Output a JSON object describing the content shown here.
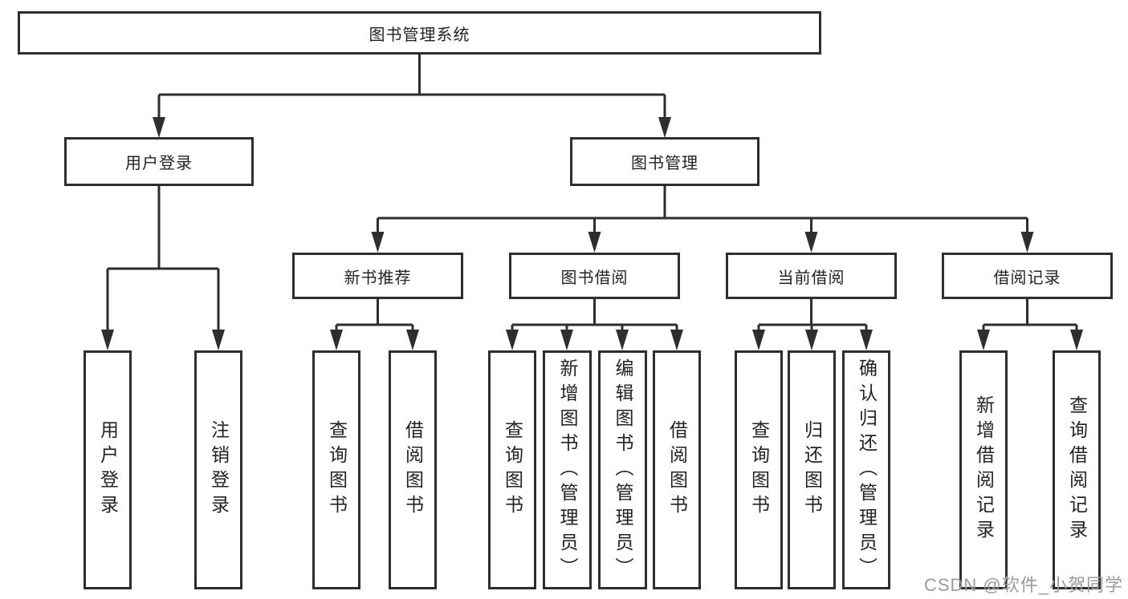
{
  "diagram": {
    "root": {
      "label": "图书管理系统"
    },
    "children": [
      {
        "label": "用户登录",
        "children": [
          {
            "label": "用户登录"
          },
          {
            "label": "注销登录"
          }
        ]
      },
      {
        "label": "图书管理",
        "children": [
          {
            "label": "新书推荐",
            "children": [
              {
                "label": "查询图书"
              },
              {
                "label": "借阅图书"
              }
            ]
          },
          {
            "label": "图书借阅",
            "children": [
              {
                "label": "查询图书"
              },
              {
                "label": "新增图书（管理员）"
              },
              {
                "label": "编辑图书（管理员）"
              },
              {
                "label": "借阅图书"
              }
            ]
          },
          {
            "label": "当前借阅",
            "children": [
              {
                "label": "查询图书"
              },
              {
                "label": "归还图书"
              },
              {
                "label": "确认归还（管理员）"
              }
            ]
          },
          {
            "label": "借阅记录",
            "children": [
              {
                "label": "新增借阅记录"
              },
              {
                "label": "查询借阅记录"
              }
            ]
          }
        ]
      }
    ]
  },
  "watermark": "CSDN @软件_小贺同学",
  "colors": {
    "line": "#2e2e2e",
    "text": "#232323",
    "background": "#ffffff",
    "watermark": "#9a9a9a"
  }
}
